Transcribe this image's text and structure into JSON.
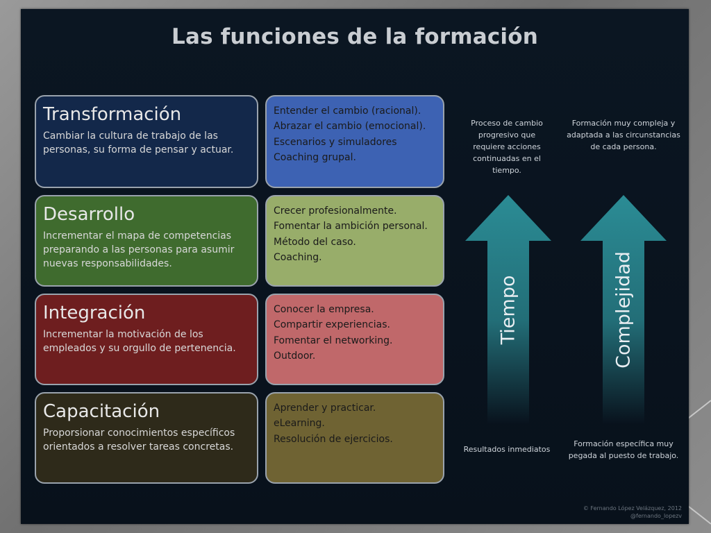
{
  "title": "Las funciones de la formación",
  "functions": [
    {
      "name": "Transformación",
      "description": "Cambiar la cultura de trabajo de las personas, su forma de pensar y actuar.",
      "actions": [
        "Entender el cambio (racional).",
        "Abrazar el cambio (emocional).",
        "Escenarios y simuladores",
        "Coaching grupal."
      ],
      "left_color": "#13284a",
      "right_color": "#3d62b3"
    },
    {
      "name": "Desarrollo",
      "description": "Incrementar el mapa de competencias preparando a las personas para asumir nuevas responsabilidades.",
      "actions": [
        "Crecer profesionalmente.",
        "Fomentar la ambición personal.",
        "Método del caso.",
        "Coaching."
      ],
      "left_color": "#3f6b2e",
      "right_color": "#98ad6a"
    },
    {
      "name": "Integración",
      "description": "Incrementar la motivación de los empleados y su orgullo de pertenencia.",
      "actions": [
        "Conocer la empresa.",
        "Compartir experiencias.",
        "Fomentar el networking.",
        "Outdoor."
      ],
      "left_color": "#6e1e1f",
      "right_color": "#c0686a"
    },
    {
      "name": "Capacitación",
      "description": "Proporsionar conocimientos específicos orientados a resolver tareas concretas.",
      "actions": [
        "Aprender y practicar.",
        "eLearning.",
        "Resolución de ejercicios."
      ],
      "left_color": "#2e2a1a",
      "right_color": "#6f6333"
    }
  ],
  "arrows": [
    {
      "label": "Tiempo",
      "top_note": "Proceso de cambio progresivo que requiere acciones continuadas en el tiempo.",
      "bottom_note": "Resultados inmediatos"
    },
    {
      "label": "Complejidad",
      "top_note": "Formación muy compleja y adaptada a las circunstancias de cada persona.",
      "bottom_note": "Formación específica muy pegada al puesto de trabajo."
    }
  ],
  "arrow_color": "#2b8c95",
  "credit": [
    "© Fernando López Velázquez, 2012",
    "@fernando_lopezv"
  ]
}
